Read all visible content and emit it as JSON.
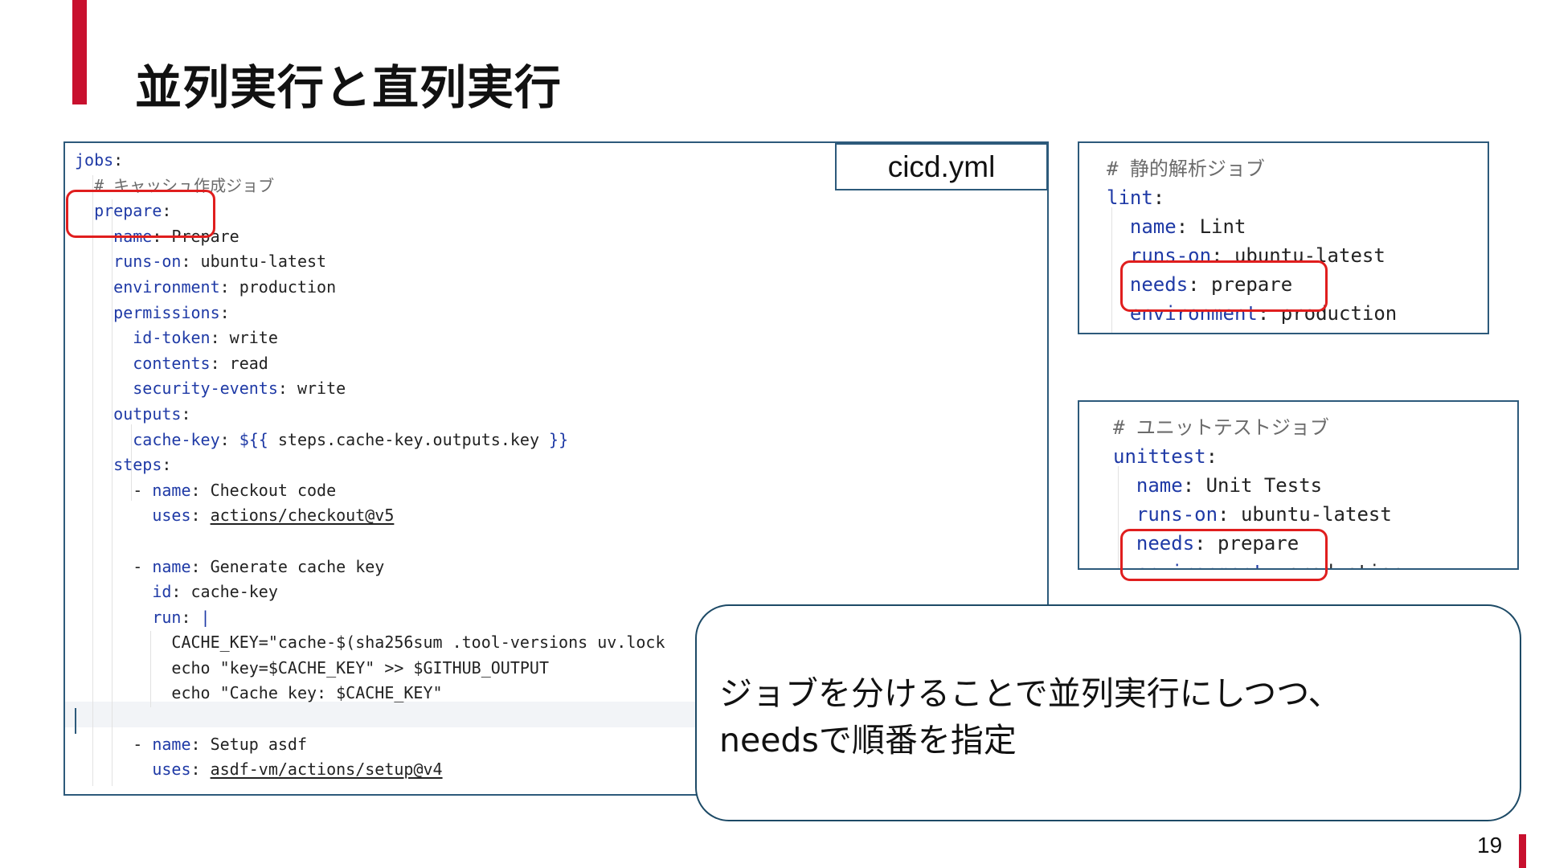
{
  "slide": {
    "title": "並列実行と直列実行",
    "page_number": "19"
  },
  "filename": "cicd.yml",
  "code_main": [
    [
      {
        "t": "jobs",
        "c": "k"
      },
      {
        "t": ":"
      }
    ],
    [
      {
        "t": "  "
      },
      {
        "t": "# キャッシュ作成ジョブ",
        "c": "c"
      }
    ],
    [
      {
        "t": "  "
      },
      {
        "t": "prepare",
        "c": "k"
      },
      {
        "t": ":"
      }
    ],
    [
      {
        "t": "    "
      },
      {
        "t": "name",
        "c": "k"
      },
      {
        "t": ": Prepare"
      }
    ],
    [
      {
        "t": "    "
      },
      {
        "t": "runs-on",
        "c": "k"
      },
      {
        "t": ": ubuntu-latest"
      }
    ],
    [
      {
        "t": "    "
      },
      {
        "t": "environment",
        "c": "k"
      },
      {
        "t": ": production"
      }
    ],
    [
      {
        "t": "    "
      },
      {
        "t": "permissions",
        "c": "k"
      },
      {
        "t": ":"
      }
    ],
    [
      {
        "t": "      "
      },
      {
        "t": "id-token",
        "c": "k"
      },
      {
        "t": ": write"
      }
    ],
    [
      {
        "t": "      "
      },
      {
        "t": "contents",
        "c": "k"
      },
      {
        "t": ": read"
      }
    ],
    [
      {
        "t": "      "
      },
      {
        "t": "security-events",
        "c": "k"
      },
      {
        "t": ": write"
      }
    ],
    [
      {
        "t": "    "
      },
      {
        "t": "outputs",
        "c": "k"
      },
      {
        "t": ":"
      }
    ],
    [
      {
        "t": "      "
      },
      {
        "t": "cache-key",
        "c": "k"
      },
      {
        "t": ": "
      },
      {
        "t": "${{",
        "c": "k"
      },
      {
        "t": " steps.cache-key.outputs.key "
      },
      {
        "t": "}}",
        "c": "k"
      }
    ],
    [
      {
        "t": "    "
      },
      {
        "t": "steps",
        "c": "k"
      },
      {
        "t": ":"
      }
    ],
    [
      {
        "t": "      - "
      },
      {
        "t": "name",
        "c": "k"
      },
      {
        "t": ": Checkout code"
      }
    ],
    [
      {
        "t": "        "
      },
      {
        "t": "uses",
        "c": "k"
      },
      {
        "t": ": "
      },
      {
        "t": "actions/checkout@v5",
        "c": "lnk"
      }
    ],
    [
      {
        "t": ""
      }
    ],
    [
      {
        "t": "      - "
      },
      {
        "t": "name",
        "c": "k"
      },
      {
        "t": ": Generate cache key"
      }
    ],
    [
      {
        "t": "        "
      },
      {
        "t": "id",
        "c": "k"
      },
      {
        "t": ": cache-key"
      }
    ],
    [
      {
        "t": "        "
      },
      {
        "t": "run",
        "c": "k"
      },
      {
        "t": ": "
      },
      {
        "t": "|",
        "c": "k"
      }
    ],
    [
      {
        "t": "          CACHE_KEY=\"cache-$(sha256sum .tool-versions uv.lock"
      }
    ],
    [
      {
        "t": "          echo \"key=$CACHE_KEY\" >> $GITHUB_OUTPUT"
      }
    ],
    [
      {
        "t": "          echo \"Cache key: $CACHE_KEY\""
      }
    ],
    [
      {
        "t": ""
      }
    ],
    [
      {
        "t": "      - "
      },
      {
        "t": "name",
        "c": "k"
      },
      {
        "t": ": Setup asdf"
      }
    ],
    [
      {
        "t": "        "
      },
      {
        "t": "uses",
        "c": "k"
      },
      {
        "t": ": "
      },
      {
        "t": "asdf-vm/actions/setup@v4",
        "c": "lnk"
      }
    ]
  ],
  "code_lint": [
    [
      {
        "t": "# 静的解析ジョブ",
        "c": "c"
      }
    ],
    [
      {
        "t": "lint",
        "c": "k"
      },
      {
        "t": ":"
      }
    ],
    [
      {
        "t": "  "
      },
      {
        "t": "name",
        "c": "k"
      },
      {
        "t": ": Lint"
      }
    ],
    [
      {
        "t": "  "
      },
      {
        "t": "runs-on",
        "c": "k"
      },
      {
        "t": ": ubuntu-latest"
      }
    ],
    [
      {
        "t": "  "
      },
      {
        "t": "needs",
        "c": "k"
      },
      {
        "t": ": prepare"
      }
    ],
    [
      {
        "t": "  "
      },
      {
        "t": "environment",
        "c": "k"
      },
      {
        "t": ": production"
      }
    ]
  ],
  "code_unit": [
    [
      {
        "t": "# ユニットテストジョブ",
        "c": "c"
      }
    ],
    [
      {
        "t": "unittest",
        "c": "k"
      },
      {
        "t": ":"
      }
    ],
    [
      {
        "t": "  "
      },
      {
        "t": "name",
        "c": "k"
      },
      {
        "t": ": Unit Tests"
      }
    ],
    [
      {
        "t": "  "
      },
      {
        "t": "runs-on",
        "c": "k"
      },
      {
        "t": ": ubuntu-latest"
      }
    ],
    [
      {
        "t": "  "
      },
      {
        "t": "needs",
        "c": "k"
      },
      {
        "t": ": prepare"
      }
    ],
    [
      {
        "t": "  "
      },
      {
        "t": "environment",
        "c": "k"
      },
      {
        "t": ": production"
      }
    ]
  ],
  "callout": {
    "line1": "ジョブを分けることで並列実行にしつつ、",
    "line2": "needsで順番を指定"
  },
  "colors": {
    "accent": "#c8102e",
    "panel_border": "#2d5a7b",
    "highlight": "#e01e1e",
    "yaml_key": "#1f3aa6"
  }
}
